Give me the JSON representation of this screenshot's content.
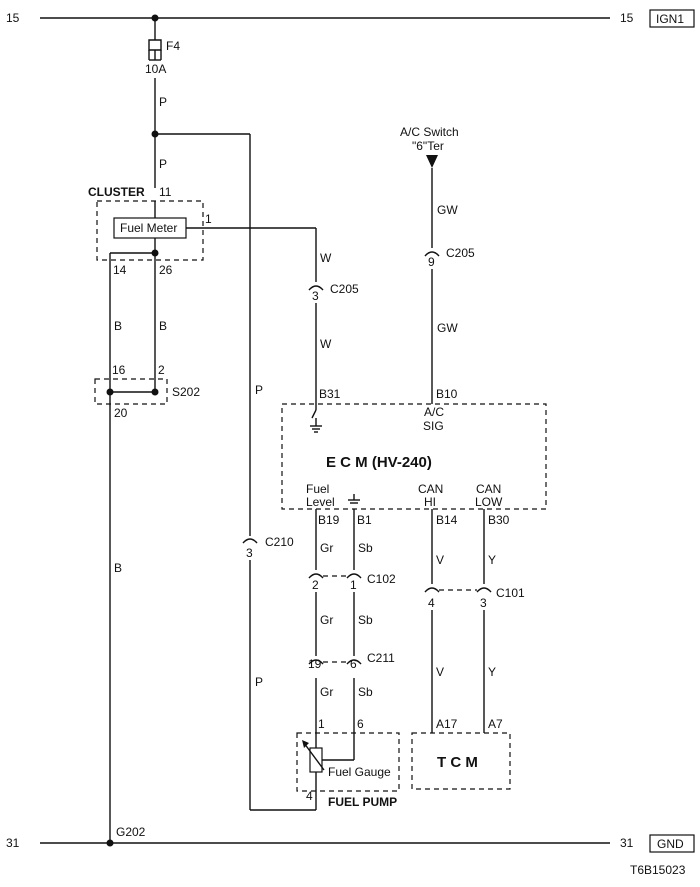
{
  "rails": {
    "top_left": "15",
    "top_right": "15",
    "top_tag": "IGN1",
    "bottom_left": "31",
    "bottom_right": "31",
    "bottom_tag": "GND"
  },
  "fuse": {
    "name": "F4",
    "rating": "10A"
  },
  "wires": {
    "p": "P",
    "b": "B",
    "w": "W",
    "gw": "GW",
    "gr": "Gr",
    "sb": "Sb",
    "v": "V",
    "y": "Y"
  },
  "cluster": {
    "title": "CLUSTER",
    "pin_in": "11",
    "pin_out": "1",
    "pin_14": "14",
    "pin_26": "26",
    "meter": "Fuel Meter"
  },
  "splice": {
    "name": "S202",
    "pin_16": "16",
    "pin_2": "2",
    "pin_20": "20"
  },
  "ac_switch": {
    "line1": "A/C Switch",
    "line2": "\"6\"Ter"
  },
  "connectors": {
    "c205": "C205",
    "c205_pin_w": "3",
    "c205_pin_gw": "9",
    "c210": "C210",
    "c210_pin": "3",
    "c102": "C102",
    "c102_pin_a": "2",
    "c102_pin_b": "1",
    "c211": "C211",
    "c211_pin_a": "19",
    "c211_pin_b": "6",
    "c101": "C101",
    "c101_pin_a": "4",
    "c101_pin_b": "3"
  },
  "ecm": {
    "title": "E  C  M (HV-240)",
    "pin_b31": "B31",
    "pin_b10": "B10",
    "ac_line1": "A/C",
    "ac_line2": "SIG",
    "fuel_line1": "Fuel",
    "fuel_line2": "Level",
    "can_hi_1": "CAN",
    "can_hi_2": "HI",
    "can_low_1": "CAN",
    "can_low_2": "LOW",
    "pin_b19": "B19",
    "pin_b1": "B1",
    "pin_b14": "B14",
    "pin_b30": "B30"
  },
  "fuel_pump": {
    "title": "FUEL PUMP",
    "gauge": "Fuel Gauge",
    "pin_1": "1",
    "pin_6": "6",
    "pin_4": "4"
  },
  "tcm": {
    "title": "T  C  M",
    "pin_a17": "A17",
    "pin_a7": "A7"
  },
  "ground": {
    "name": "G202"
  },
  "diagram_id": "T6B15023"
}
